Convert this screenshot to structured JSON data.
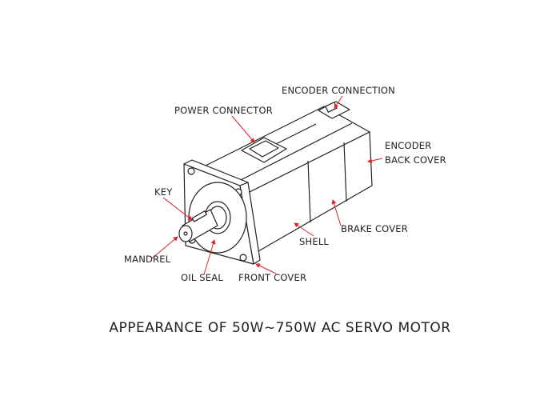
{
  "labels": {
    "encoder_connection": "ENCODER CONNECTION",
    "power_connector": "POWER CONNECTOR",
    "encoder_back_cover_1": "ENCODER",
    "encoder_back_cover_2": "BACK COVER",
    "key": "KEY",
    "brake_cover": "BRAKE COVER",
    "shell": "SHELL",
    "mandrel": "MANDREL",
    "oil_seal": "OIL SEAL",
    "front_cover": "FRONT COVER"
  },
  "title": "APPEARANCE OF 50W~750W AC SERVO MOTOR",
  "colors": {
    "arrow": "#e0202a",
    "line": "#222222"
  }
}
